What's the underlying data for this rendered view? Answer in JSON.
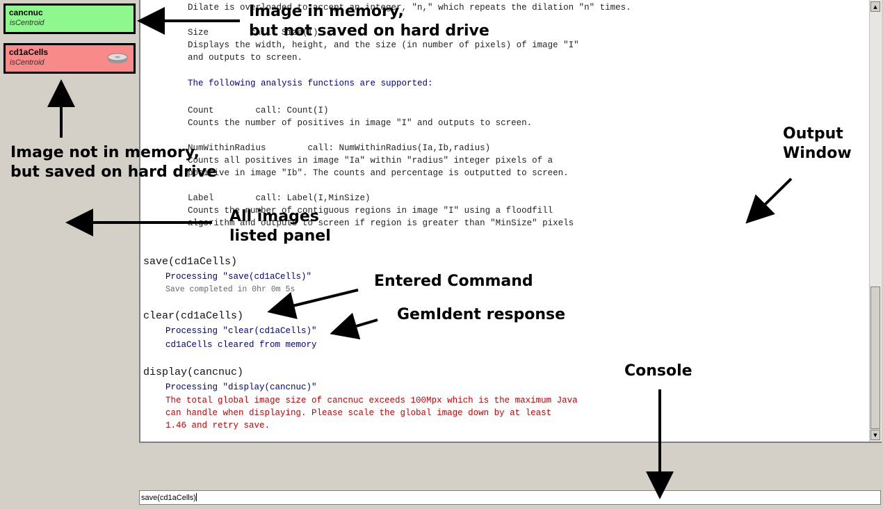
{
  "images_panel": {
    "items": [
      {
        "name": "cancnuc",
        "type": "isCentroid",
        "state": "in-memory-unsaved",
        "color": "#8ef88e"
      },
      {
        "name": "cd1aCells",
        "type": "isCentroid",
        "state": "on-disk",
        "color": "#f88a8a",
        "icon": "hard-drive-icon"
      }
    ]
  },
  "output": {
    "help_lines": [
      {
        "text": "Dilate is overloaded to accept an integer, \"n,\" which repeats the dilation \"n\" times.",
        "style": "plain"
      },
      {
        "text": "Size        call: Size(I)",
        "style": "plain"
      },
      {
        "text": "Displays the width, height, and the size (in number of pixels) of image \"I\"",
        "style": "plain"
      },
      {
        "text": "and outputs to screen.",
        "style": "plain"
      },
      {
        "text": "The following analysis functions are supported:",
        "style": "blue"
      },
      {
        "text": "Count        call: Count(I)",
        "style": "plain"
      },
      {
        "text": "Counts the number of positives in image \"I\" and outputs to screen.",
        "style": "plain"
      },
      {
        "text": "NumWithinRadius        call: NumWithinRadius(Ia,Ib,radius)",
        "style": "plain"
      },
      {
        "text": "Counts all positives in image \"Ia\" within \"radius\" integer pixels of a",
        "style": "plain"
      },
      {
        "text": "positive in image \"Ib\". The counts and percentage is outputted to screen.",
        "style": "plain"
      },
      {
        "text": "Label        call: Label(I,MinSize)",
        "style": "plain"
      },
      {
        "text": "Counts the number of contiguous regions in image \"I\" using a floodfill",
        "style": "plain"
      },
      {
        "text": "algorithm and outputs to screen if region is greater than \"MinSize\" pixels",
        "style": "plain"
      }
    ],
    "commands": [
      {
        "command": "save(cd1aCells)",
        "responses": [
          {
            "text": "Processing \"save(cd1aCells)\"",
            "style": "blue"
          },
          {
            "text": "Save completed in 0hr 0m 5s",
            "style": "gray"
          }
        ]
      },
      {
        "command": "clear(cd1aCells)",
        "responses": [
          {
            "text": "Processing \"clear(cd1aCells)\"",
            "style": "blue"
          },
          {
            "text": "cd1aCells cleared from memory",
            "style": "blue"
          }
        ]
      },
      {
        "command": "display(cancnuc)",
        "responses": [
          {
            "text": "Processing \"display(cancnuc)\"",
            "style": "blue"
          },
          {
            "text": "The total global image size of cancnuc exceeds 100Mpx which is the maximum Java",
            "style": "red"
          },
          {
            "text": "can handle when displaying. Please scale the global image down by at least",
            "style": "red"
          },
          {
            "text": "1.46 and retry save.",
            "style": "red"
          }
        ]
      }
    ]
  },
  "console": {
    "value": "save(cd1aCells)"
  },
  "annotations": {
    "in_memory": "Image in memory,\nbut not saved on hard drive",
    "not_in_memory": "Image not in memory,\nbut saved on hard drive",
    "images_panel": "All images\nlisted panel",
    "output_window": "Output\nWindow",
    "entered_command": "Entered Command",
    "gemident_response": "GemIdent response",
    "console": "Console"
  },
  "colors": {
    "response_blue": "#000080",
    "error_red": "#cc0000",
    "panel_bg": "#d4d0c8"
  }
}
